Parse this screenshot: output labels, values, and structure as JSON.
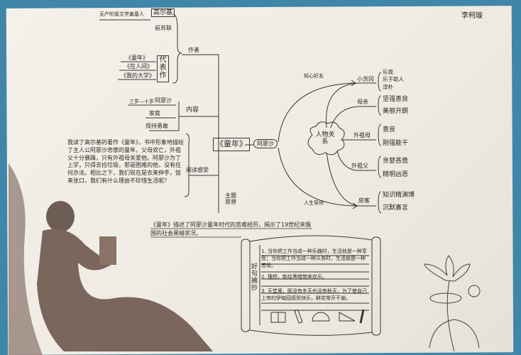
{
  "author_name": "李柯璇",
  "center": {
    "title": "《童年》",
    "protagonist": "阿廖沙"
  },
  "author_branch": {
    "label": "作者",
    "name": "高尔基",
    "title": "无产阶级文学奠基人",
    "country": "前苏联",
    "works_label": "代表作",
    "works": [
      "《童年》",
      "《在人间》",
      "《我的大学》"
    ]
  },
  "content_branch": {
    "label": "内容",
    "items": [
      "三岁—十岁",
      "阿廖沙",
      "家庭",
      "保持勇敢"
    ]
  },
  "reading_branch": {
    "label": "阅读感受",
    "text": "我读了高尔基的著作《童年》，书中形象地描绘了主人公阿廖沙悲惨的童年，父母双亡，外祖父十分暴躁，只有外祖母关爱他。阿廖沙为了上学，只得去捡垃圾，那是困难的他，没有任何办法。相比之下，我们现在是衣来伸手，饭来张口，我们有什么理由不珍惜生活呢？"
  },
  "theme_branch": {
    "label": "主题思想",
    "text": "《童年》描述了阿廖沙童年时代的苦难经历，揭示了19世纪末俄国的社会黑暗状况。"
  },
  "relations": {
    "label": "人物关系",
    "link_top": "知心好友",
    "link_bottom": "人生导师",
    "characters": [
      {
        "name": "小茨冈",
        "traits": [
          "乐观",
          "乐于助人",
          "淳朴"
        ]
      },
      {
        "name": "母亲",
        "traits": [
          "坚强善良",
          "美丽开朗"
        ]
      },
      {
        "name": "外祖母",
        "traits": [
          "善良",
          "刚强能干"
        ]
      },
      {
        "name": "外祖父",
        "traits": [
          "贪婪吝啬",
          "精明凶恶"
        ]
      },
      {
        "name": "房客",
        "traits": [
          "知识精渊博",
          "沉默寡言"
        ]
      }
    ]
  },
  "quotes": {
    "label": "好句摘抄",
    "items": [
      "1. 当你把工作当成一种乐趣时，生活就是一种享受；当你把工作当成一种义务时，生活就是一种苦役。",
      "2. 理想，能给黑暗带来欢乐。",
      "3. 天堂里，既没有冬天也没有秋天，为了使自己上帝的伊甸园感到快乐，鲜花常开不谢。"
    ]
  },
  "colors": {
    "background": "#3f86a8",
    "paper": "#f2efe8",
    "ink": "#2a2522",
    "sketch": "#7a665c"
  }
}
